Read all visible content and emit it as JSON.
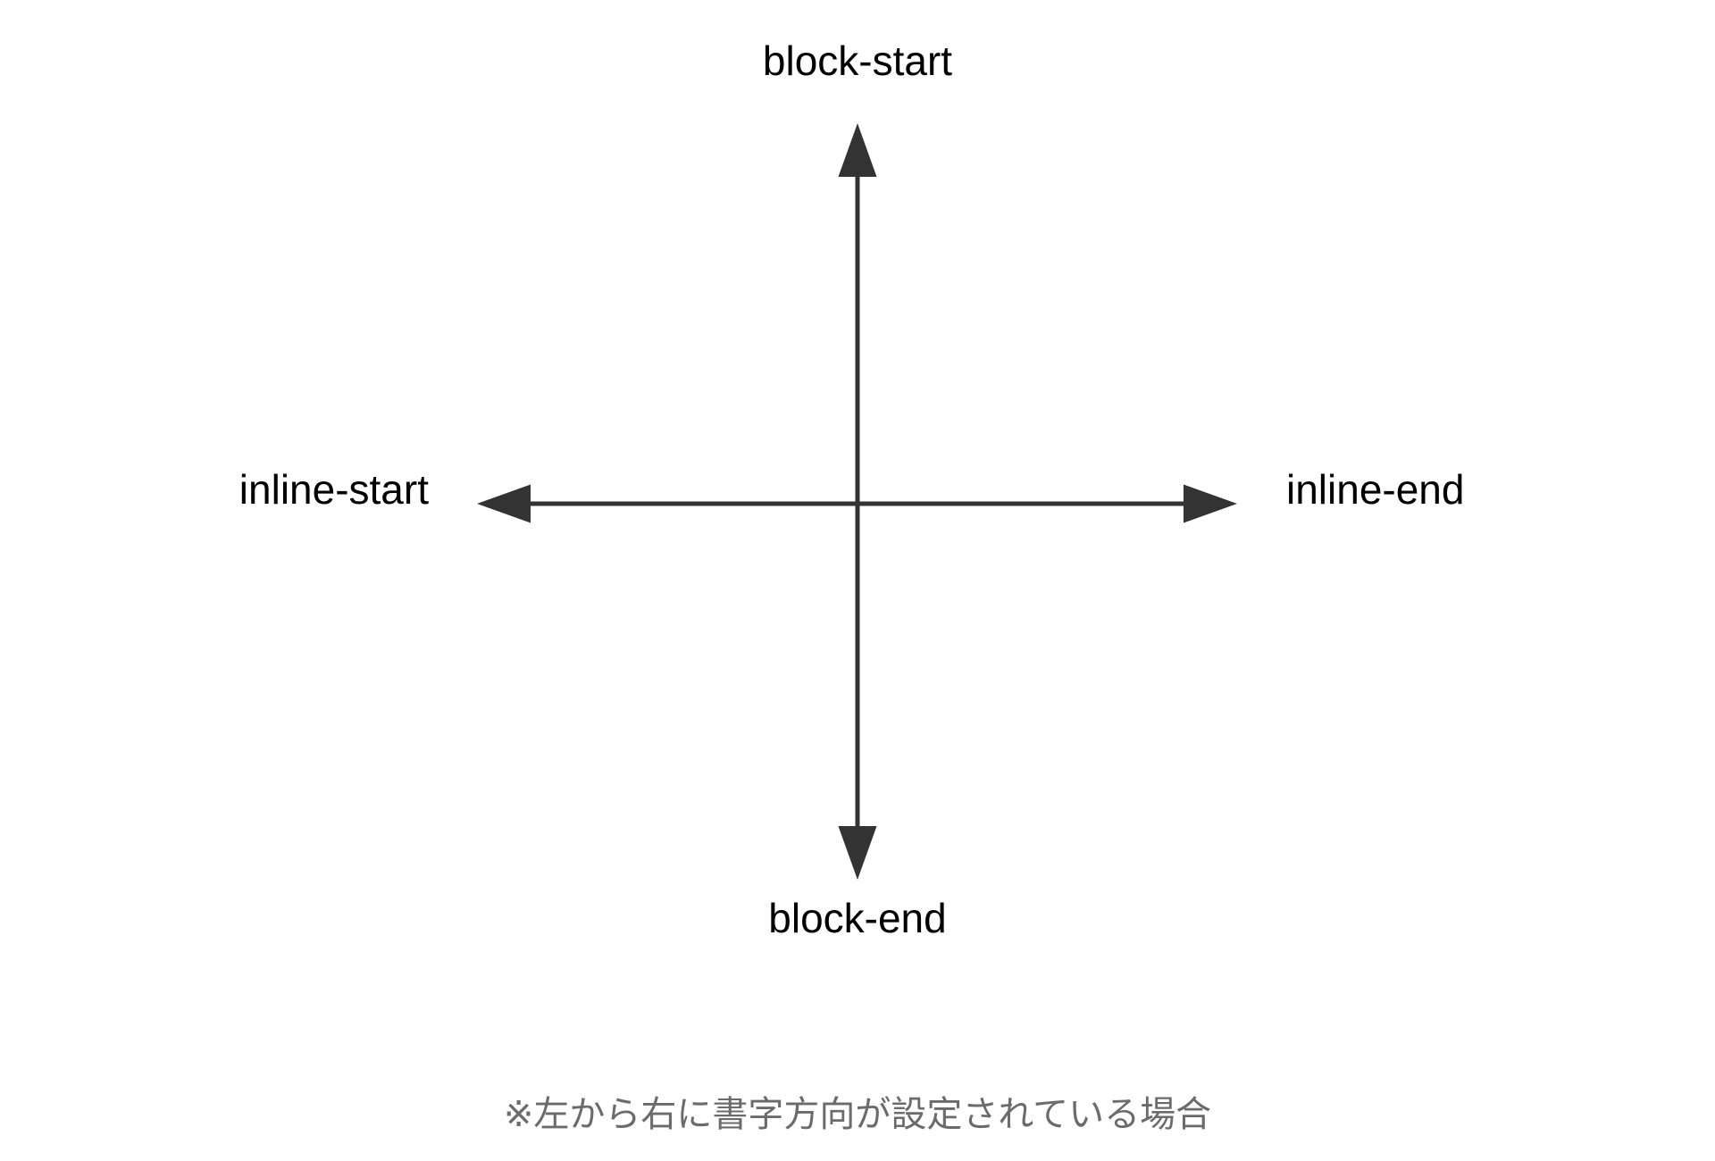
{
  "diagram": {
    "labels": {
      "block_start": "block-start",
      "block_end": "block-end",
      "inline_start": "inline-start",
      "inline_end": "inline-end"
    },
    "caption": "※左から右に書字方向が設定されている場合",
    "colors": {
      "arrow": "#333333",
      "label": "#000000",
      "caption": "#6b6b6b",
      "background": "#ffffff"
    }
  }
}
